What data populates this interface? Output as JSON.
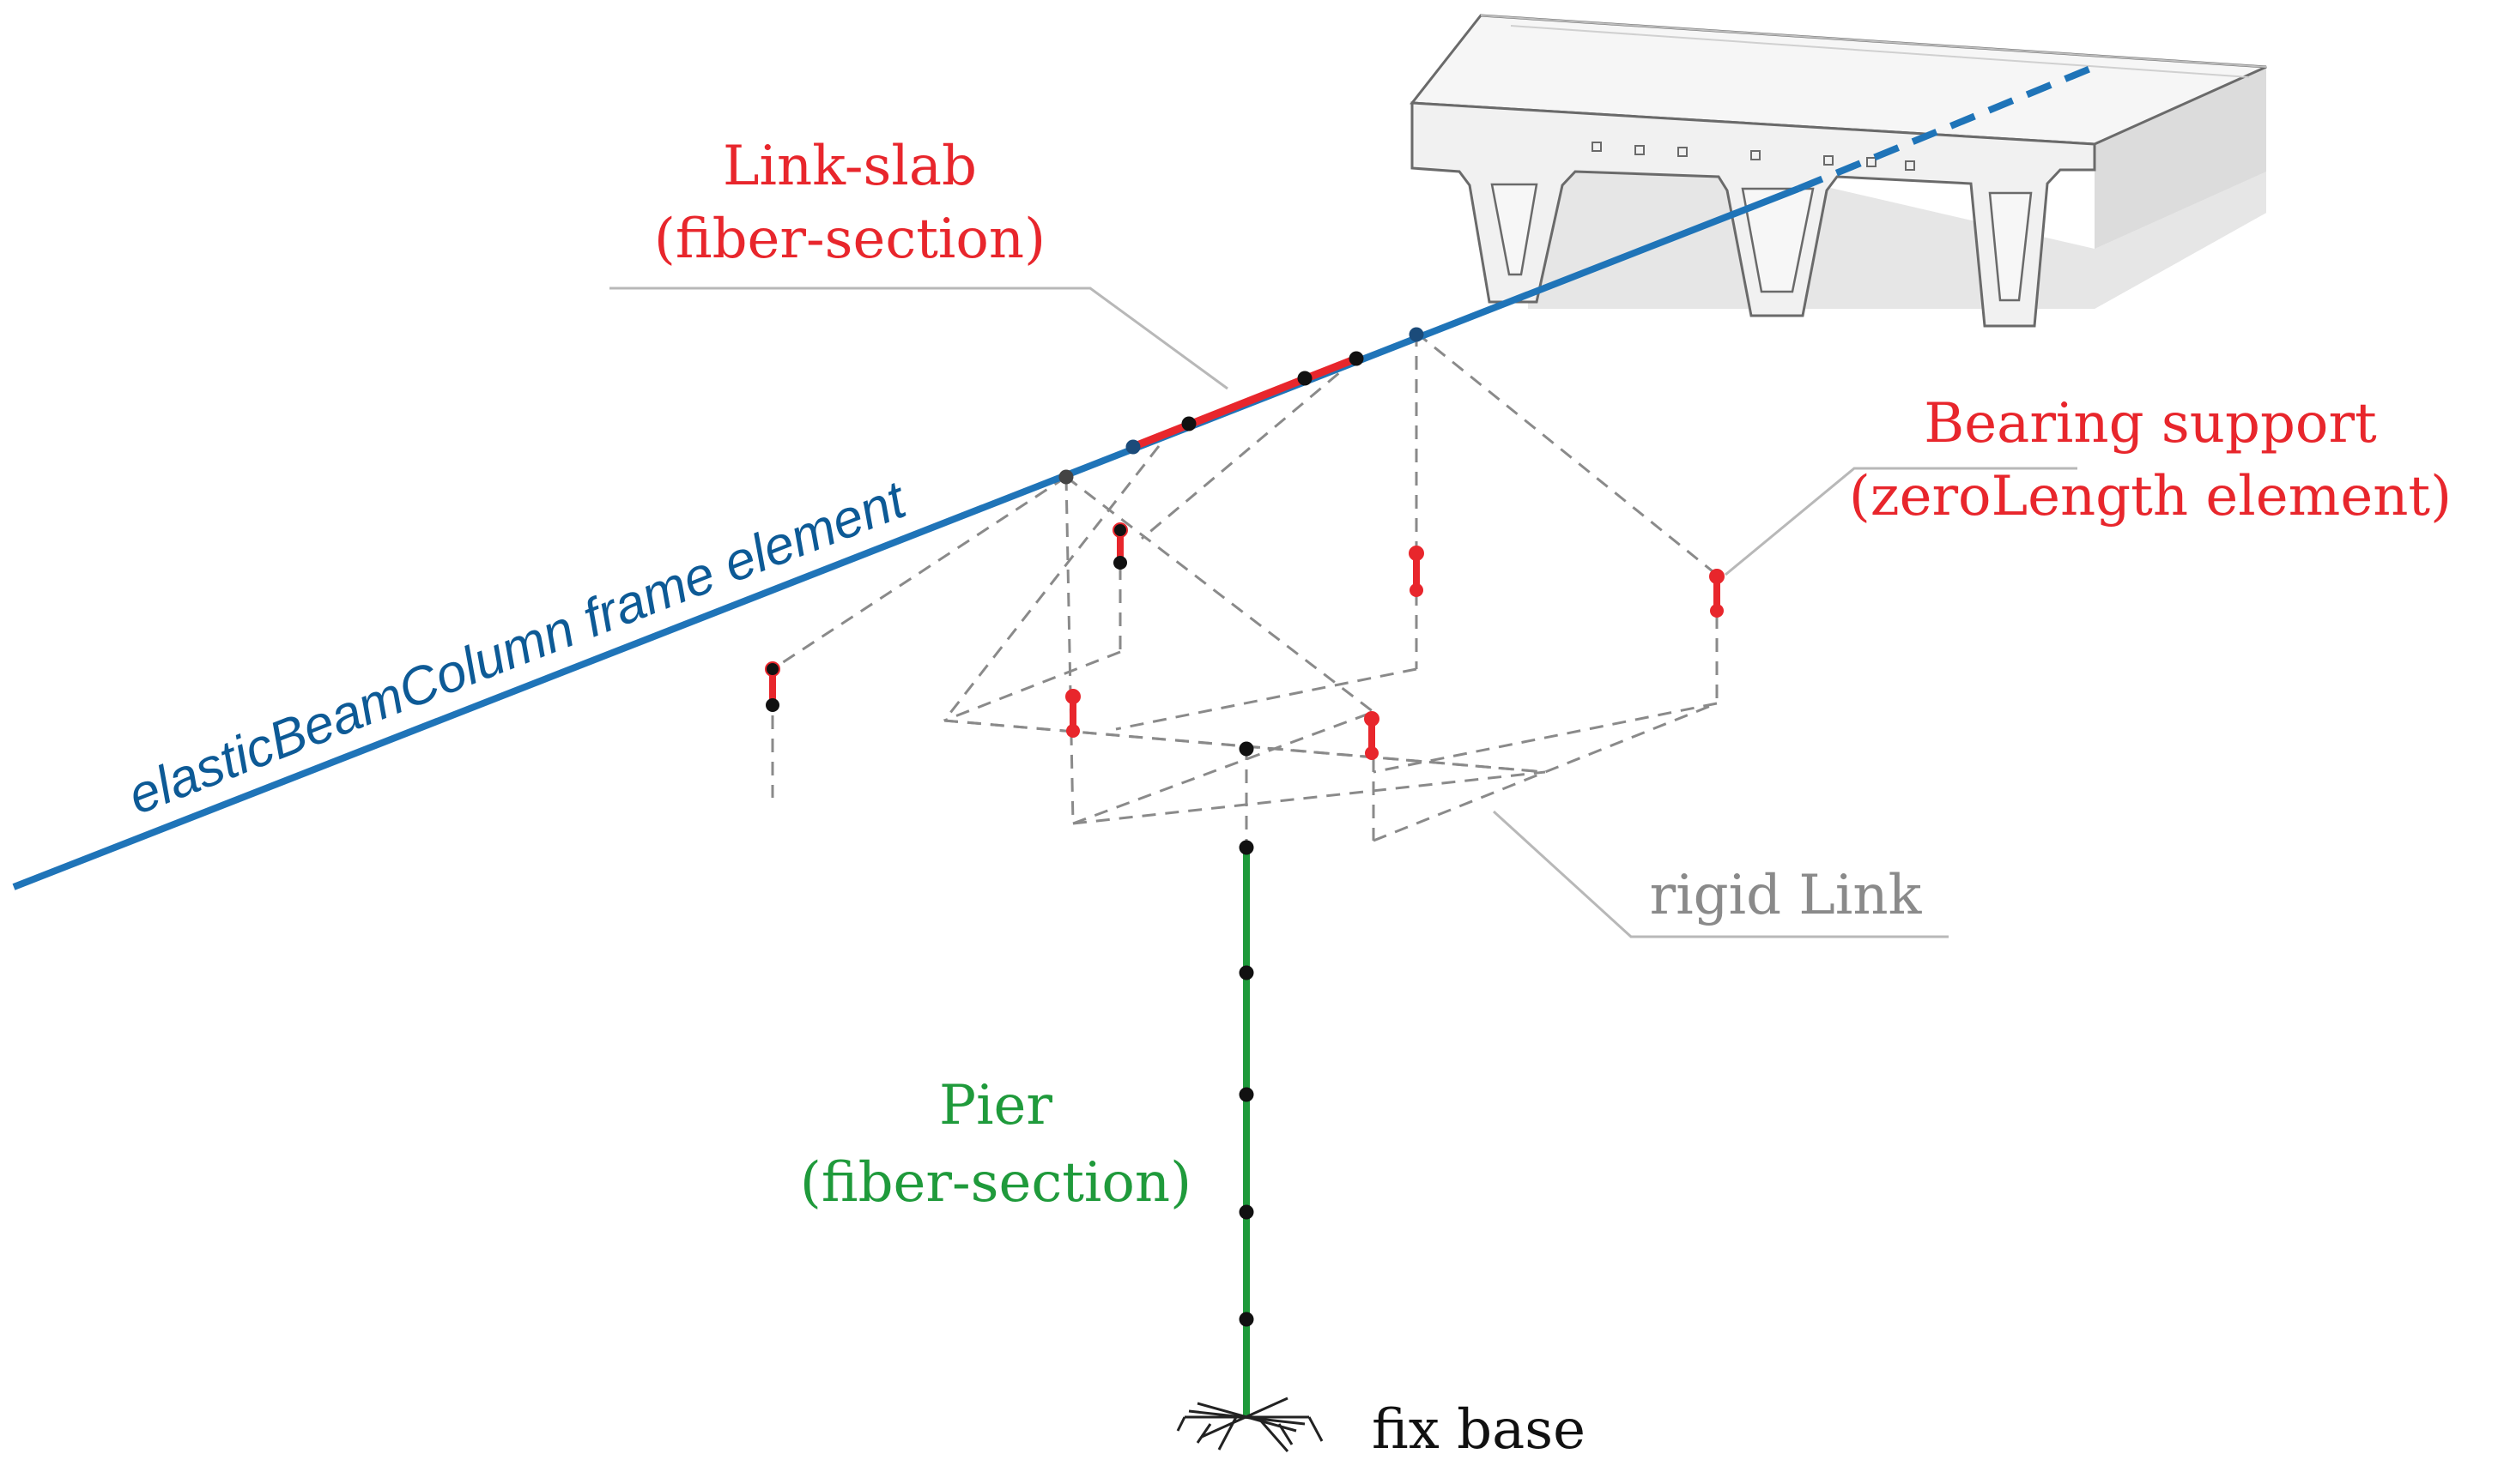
{
  "labels": {
    "link_slab": {
      "line1": "Link-slab",
      "line2": "(fiber-section)"
    },
    "bearing": {
      "line1": "Bearing support",
      "line2": "(zeroLength element)"
    },
    "beam": "elasticBeamColumn frame element",
    "rigid_link": "rigid Link",
    "pier": {
      "line1": "Pier",
      "line2": "(fiber-section)"
    },
    "fix_base": "fix base"
  },
  "colors": {
    "beam": "#1f74b8",
    "beam_text": "#0d5a96",
    "link_slab": "#e8262c",
    "bearing": "#e8262c",
    "pier": "#1f9a3b",
    "pier_text": "#1f9a3b",
    "rigid_link": "#8a8a8a",
    "rigid_text": "#8a8a8a",
    "leader": "#b8b8b8",
    "node": "#111111",
    "deck_face": "#f4f4f4",
    "deck_side": "#dcdcdc",
    "deck_stroke": "#6a6a6a"
  },
  "icons": {
    "node": "filled-circle",
    "bearing": "zero-length-spring",
    "base": "fixed-support-hatch"
  }
}
